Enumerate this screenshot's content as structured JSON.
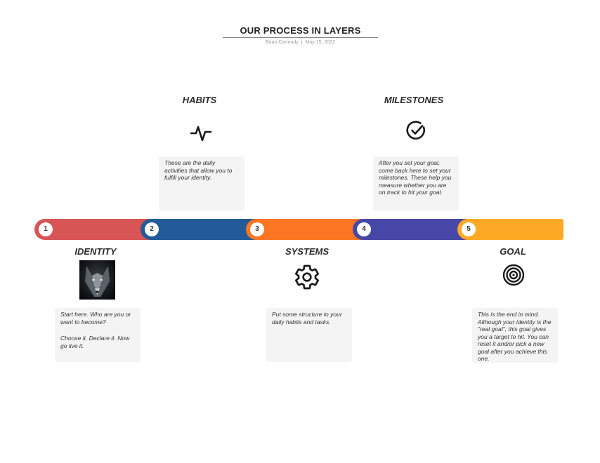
{
  "header": {
    "title": "OUR PROCESS IN LAYERS",
    "author": "Brian Carmody",
    "separator": "|",
    "date": "May 15, 2022"
  },
  "steps": [
    {
      "number": "1",
      "title": "IDENTITY",
      "icon": "wolf-image",
      "color": "#d85555",
      "description": [
        "Start here. Who are you or want to become?",
        "Choose it. Declare it. Now go live it."
      ]
    },
    {
      "number": "2",
      "title": "HABITS",
      "icon": "pulse-icon",
      "color": "#225b98",
      "description": [
        "These are the daily activities that allow you to fulfill your identity."
      ]
    },
    {
      "number": "3",
      "title": "SYSTEMS",
      "icon": "gear-icon",
      "color": "#fb7622",
      "description": [
        "Put some structure to your daily habits and tasks."
      ]
    },
    {
      "number": "4",
      "title": "MILESTONES",
      "icon": "check-circle-icon",
      "color": "#4747a8",
      "description": [
        "After you set your goal, come back here to set your milestones. These help you measure whether you are on track to hit your goal."
      ]
    },
    {
      "number": "5",
      "title": "GOAL",
      "icon": "target-icon",
      "color": "#fea926",
      "description": [
        "This is the end in mind. Although your identity is the \"real goal\", this goal gives you a target to hit. You can reset it and/or pick a new goal after you achieve this one."
      ]
    }
  ]
}
